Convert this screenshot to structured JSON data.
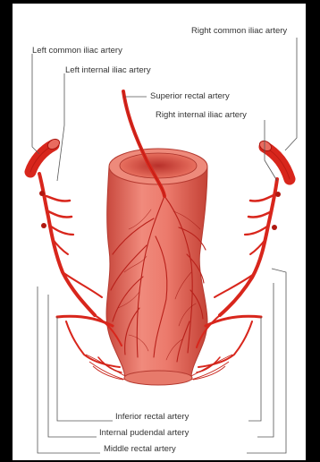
{
  "labels": {
    "right_common_iliac": "Right common iliac artery",
    "left_common_iliac": "Left common iliac artery",
    "left_internal_iliac": "Left internal iliac artery",
    "superior_rectal": "Superior rectal artery",
    "right_internal_iliac": "Right internal iliac artery",
    "inferior_rectal": "Inferior rectal artery",
    "internal_pudendal": "Internal pudendal artery",
    "middle_rectal": "Middle rectal artery"
  },
  "colors": {
    "artery": "#d8261c",
    "artery_dark": "#a8140e",
    "rectum": "#e96b5f",
    "rectum_light": "#f39a8c",
    "rectum_dark": "#c8483d",
    "leader": "#555555"
  }
}
